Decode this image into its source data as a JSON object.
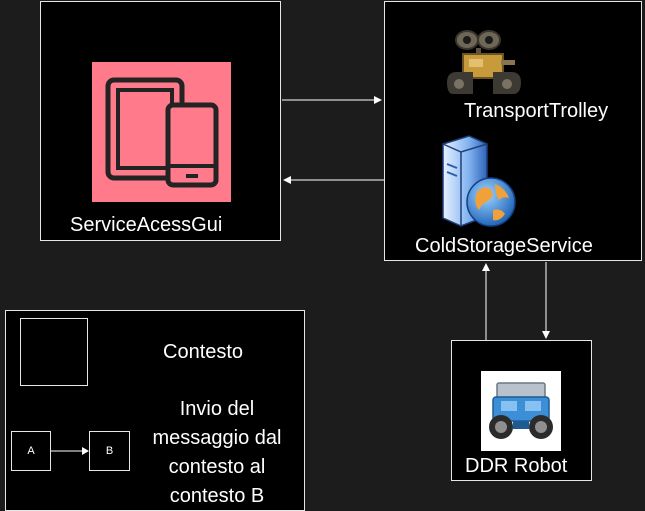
{
  "nodes": {
    "service_gui": {
      "label": "ServiceAcessGui",
      "icon": "tablet-phone-icon"
    },
    "transport_trolley": {
      "label": "TransportTrolley",
      "icon": "robot-trolley-icon"
    },
    "cold_storage": {
      "label": "ColdStorageService",
      "icon": "server-globe-icon"
    },
    "ddr_robot": {
      "label": "DDR Robot",
      "icon": "robot-car-icon"
    }
  },
  "legend": {
    "context_label": "Contesto",
    "node_a": "A",
    "node_b": "B",
    "message_line1": "Invio del",
    "message_line2": "messaggio dal",
    "message_line3": "contesto al",
    "message_line4": "contesto B"
  },
  "colors": {
    "background": "#1c1c1c",
    "box_fill": "#000000",
    "box_border": "#e6e6e6",
    "icon_pink": "#ff7a8a"
  }
}
